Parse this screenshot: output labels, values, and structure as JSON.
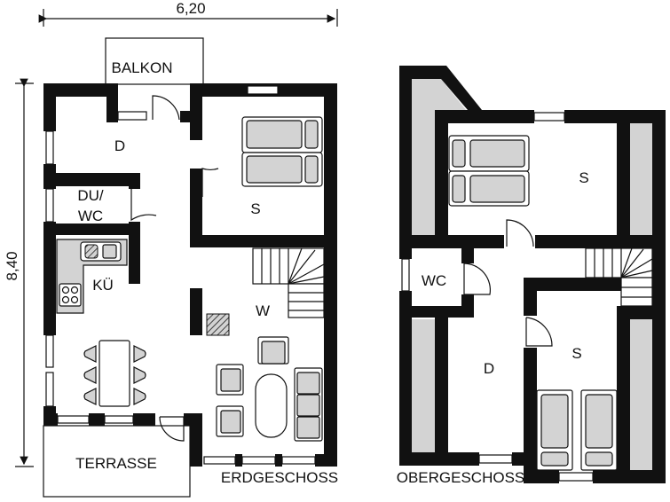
{
  "dimensions": {
    "width": "6,20",
    "depth": "8,40"
  },
  "ground_floor": {
    "title": "ERDGESCHOSS",
    "rooms": {
      "balcony": "BALKON",
      "hall": "D",
      "shower_wc_line1": "DU/",
      "shower_wc_line2": "WC",
      "bedroom": "S",
      "kitchen": "KÜ",
      "living": "W",
      "terrace": "TERRASSE"
    }
  },
  "upper_floor": {
    "title": "OBERGESCHOSS",
    "rooms": {
      "bedroom_1": "S",
      "wc": "WC",
      "hall": "D",
      "bedroom_2": "S"
    }
  },
  "colors": {
    "wall": "#111111",
    "fill": "#d3d3d3"
  }
}
